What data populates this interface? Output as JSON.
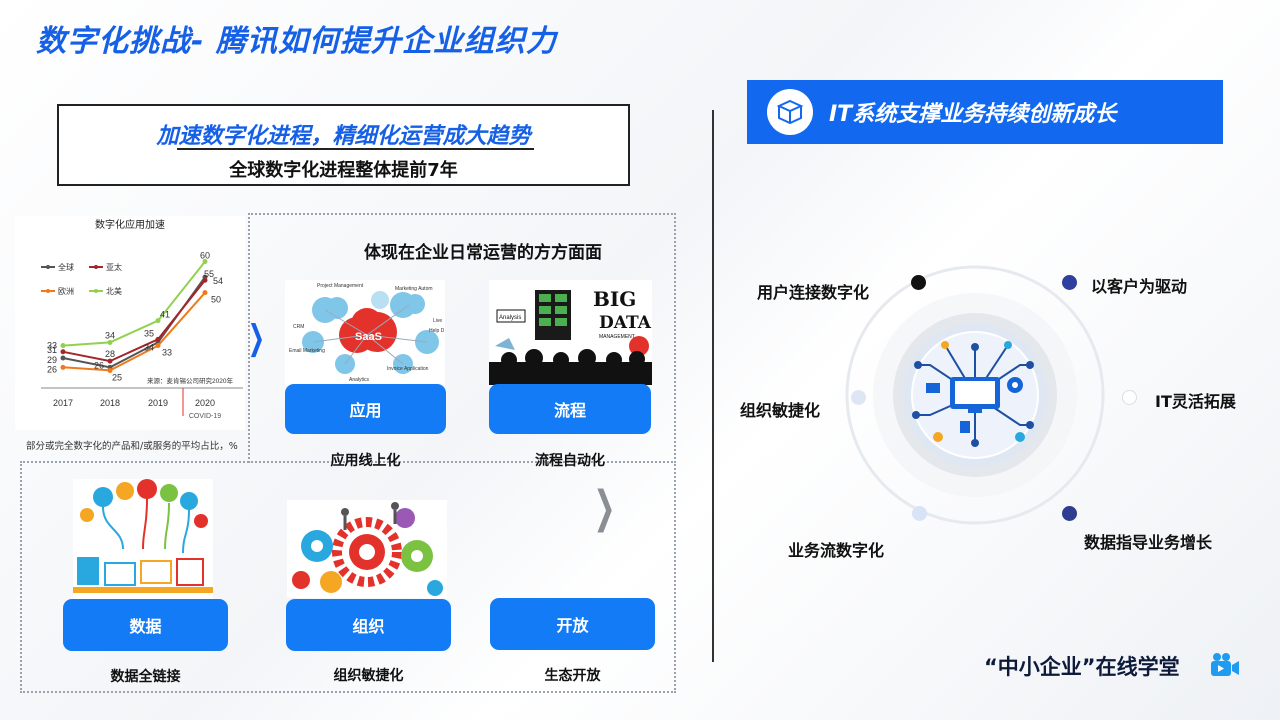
{
  "title": "数字化挑战- 腾讯如何提升企业组织力",
  "headline": {
    "line1": "加速数字化进程，精细化运营成大趋势",
    "line2": "全球数字化进程整体提前7年"
  },
  "chart_data": {
    "type": "line",
    "title": "数字化应用加速",
    "categories": [
      "2017",
      "2018",
      "2019",
      "2020"
    ],
    "series": [
      {
        "name": "全球",
        "color": "#555555",
        "values": [
          29,
          26,
          34,
          55
        ]
      },
      {
        "name": "亚太",
        "color": "#a3262a",
        "values": [
          31,
          28,
          35,
          54
        ]
      },
      {
        "name": "欧洲",
        "color": "#f07a1b",
        "values": [
          26,
          25,
          33,
          50
        ]
      },
      {
        "name": "北美",
        "color": "#92d050",
        "values": [
          33,
          34,
          41,
          60
        ]
      }
    ],
    "data_labels": [
      "33",
      "31",
      "29",
      "26",
      "34",
      "28",
      "26",
      "25",
      "41",
      "35",
      "34",
      "33",
      "60",
      "55",
      "54",
      "50"
    ],
    "source": "来源：麦肯锡公司研究2020年",
    "covid_label": "COVID-19",
    "caption": "部分或完全数字化的产品和/或服务的平均占比，%"
  },
  "top_panel_heading": "体现在企业日常运营的方方面面",
  "cards": [
    {
      "button": "应用",
      "caption": "应用线上化",
      "illus_words": [
        "Project Management",
        "Marketing Autom",
        "CRM",
        "SaaS",
        "Email Marketing",
        "Help D",
        "Invoice Application",
        "Analytics",
        "Live"
      ]
    },
    {
      "button": "流程",
      "caption": "流程自动化",
      "illus_words": [
        "BIG",
        "DATA",
        "Analysis",
        "MANAGEMENT"
      ]
    },
    {
      "button": "数据",
      "caption": "数据全链接"
    },
    {
      "button": "组织",
      "caption": "组织敏捷化"
    },
    {
      "button": "开放",
      "caption": "生态开放"
    }
  ],
  "it_banner": "IT系统支撑业务持续创新成长",
  "ring_labels": {
    "user": "用户连接数字化",
    "customer": "以客户为驱动",
    "org": "组织敏捷化",
    "it": "IT灵活拓展",
    "flow": "业务流数字化",
    "data": "数据指导业务增长"
  },
  "footer": "“中小企业”在线学堂",
  "colors": {
    "accent": "#1560e6",
    "button": "#137bf5",
    "banner": "#1269f0"
  },
  "icons": [
    "box-icon",
    "video-camera-icon",
    "chevron-right-icon"
  ]
}
